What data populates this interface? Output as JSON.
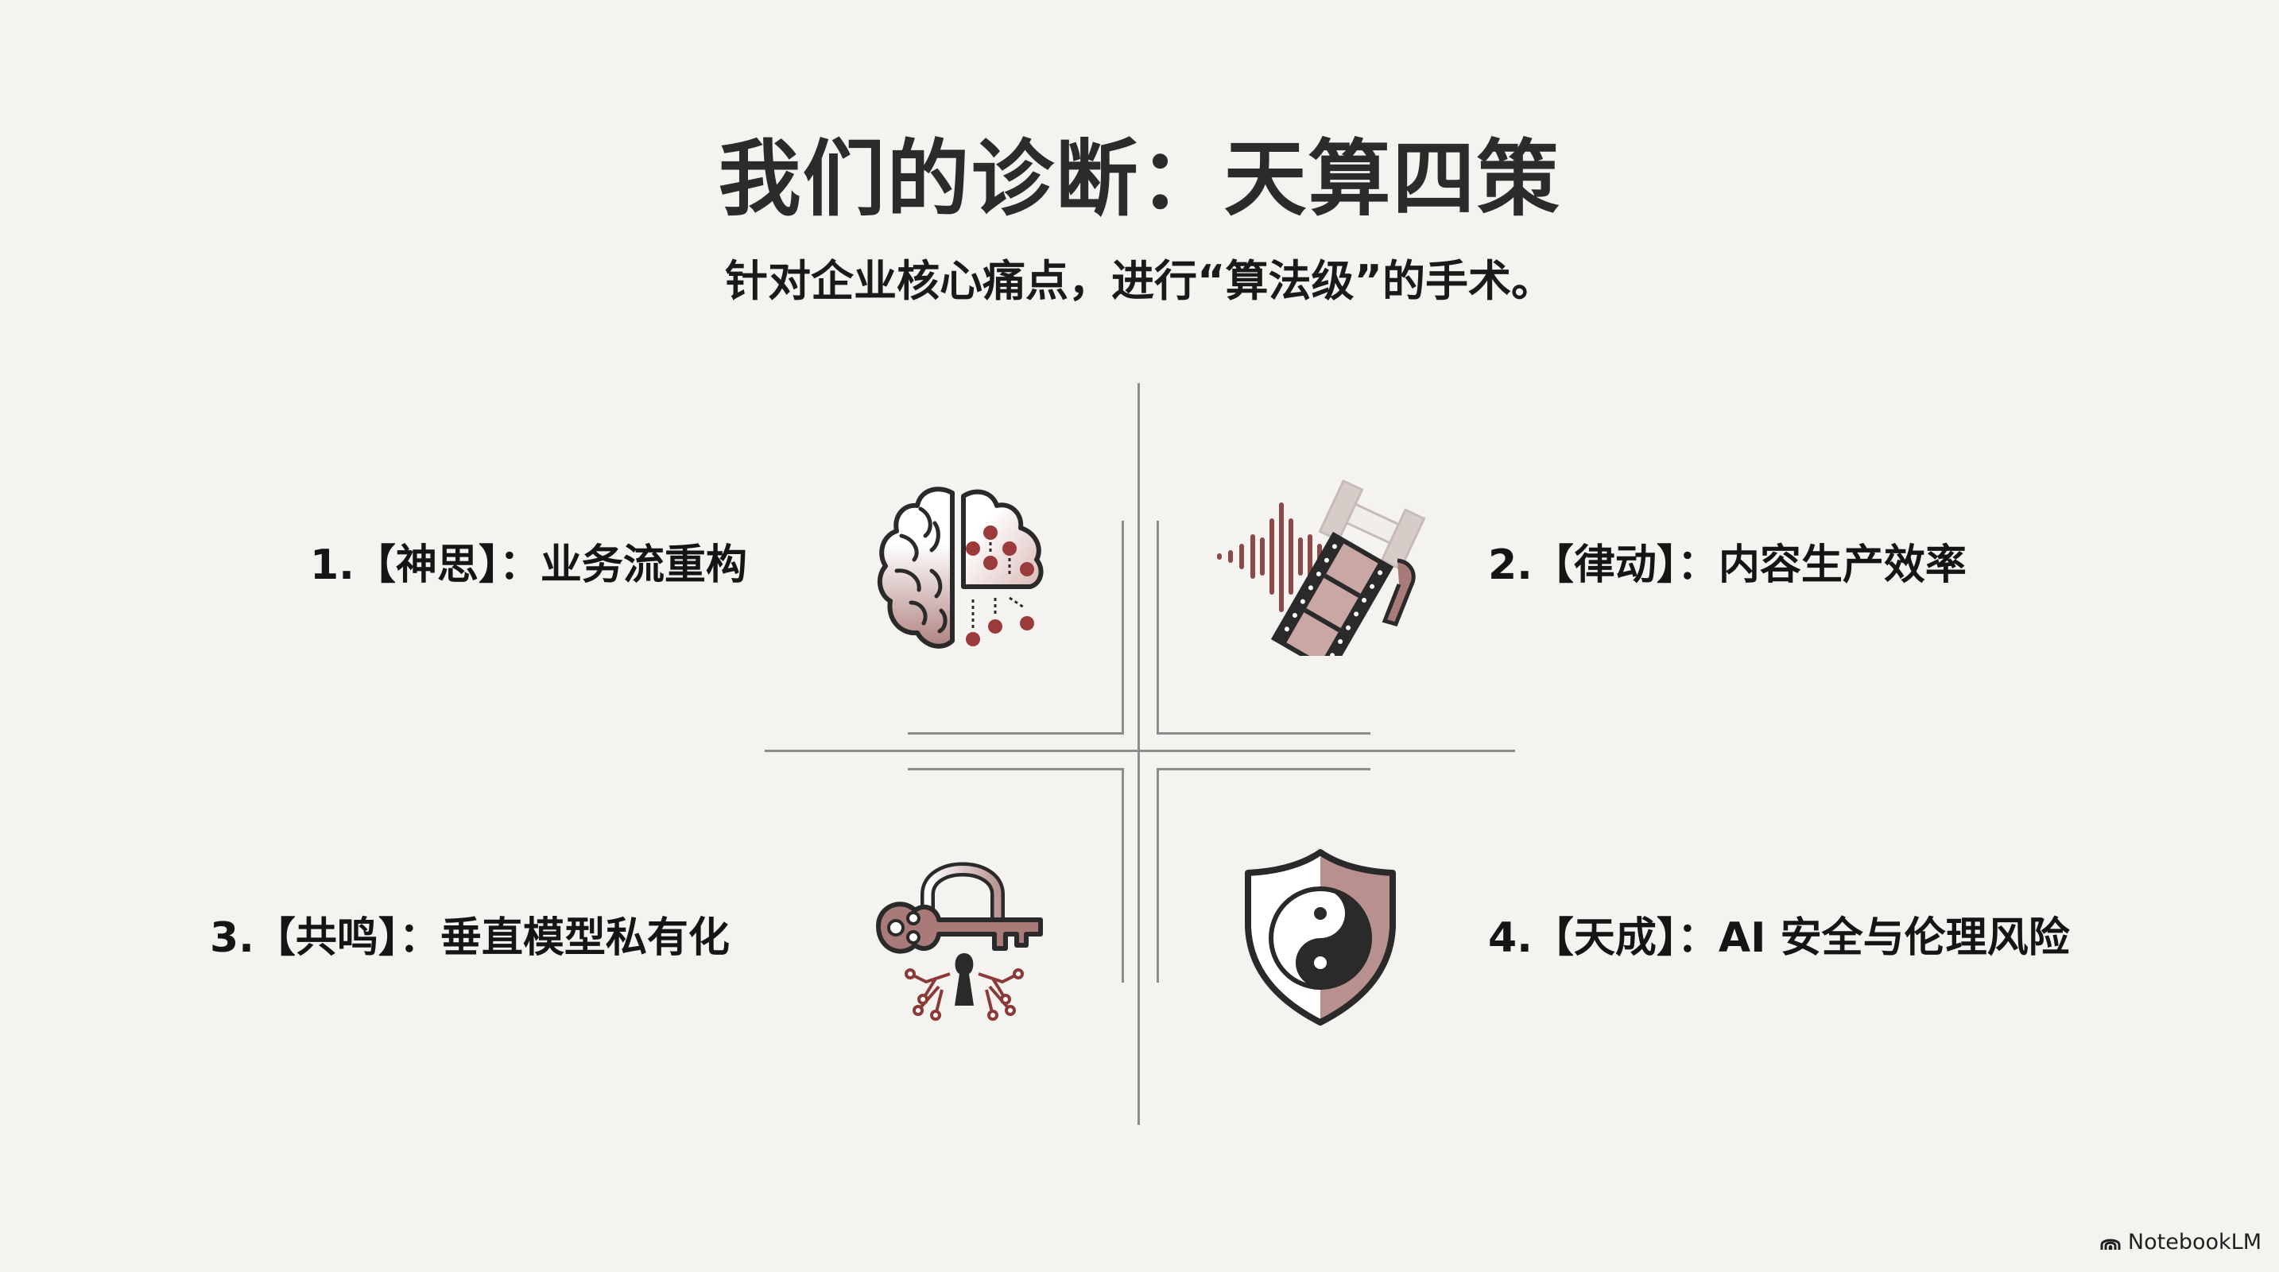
{
  "slide": {
    "title": "我们的诊断：天算四策",
    "subtitle": "针对企业核心痛点，进行“算法级”的手术。"
  },
  "quadrants": [
    {
      "number": "1.",
      "name": "【神思】",
      "separator": "：",
      "topic": "业务流重构",
      "label": "1.【神思】：业务流重构",
      "icon": "brain-circuit-icon"
    },
    {
      "number": "2.",
      "name": "【律动】",
      "separator": "：",
      "topic": "内容生产效率",
      "label": "2.【律动】：内容生产效率",
      "icon": "soundwave-film-icon"
    },
    {
      "number": "3.",
      "name": "【共鸣】",
      "separator": "：",
      "topic": "垂直模型私有化",
      "label": "3.【共鸣】：垂直模型私有化",
      "icon": "key-lock-circuit-icon"
    },
    {
      "number": "4.",
      "name": "【天成】",
      "separator": "：",
      "topic": "AI 安全与伦理风险",
      "label": "4.【天成】：AI 安全与伦理风险",
      "icon": "yin-yang-shield-icon"
    }
  ],
  "colors": {
    "background": "#f4f3ef",
    "text": "#1a1a1a",
    "accent_red": "#9b3a3a",
    "accent_pink": "#b8918e",
    "line": "#8d8d8d",
    "icon_stroke": "#2a2a2a"
  },
  "watermark": {
    "label": "NotebookLM",
    "icon": "notebooklm-logo-icon"
  }
}
